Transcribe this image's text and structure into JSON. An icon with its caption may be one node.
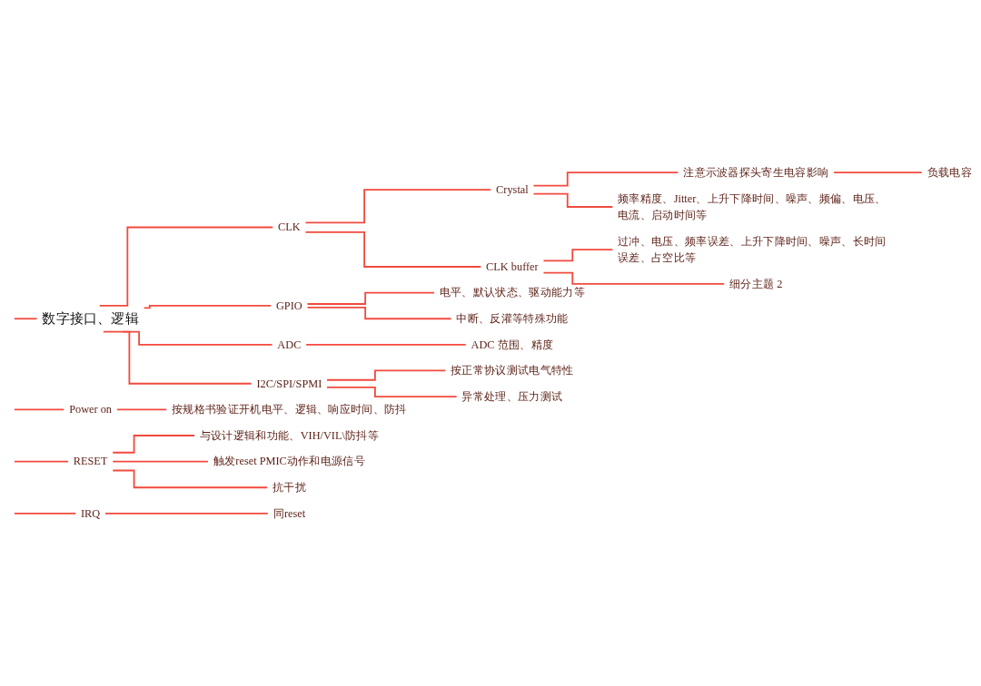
{
  "diagram": {
    "nodes": [
      {
        "text": [
          "数字接口、逻辑"
        ]
      },
      {
        "text": [
          "CLK"
        ]
      },
      {
        "text": [
          "Crystal"
        ]
      },
      {
        "text": [
          "注意示波器探头寄生电容影响"
        ]
      },
      {
        "text": [
          "负载电容"
        ]
      },
      {
        "text": [
          "频率精度、Jitter、上升下降时间、噪声、频偏、电压、电流、启动时间等"
        ]
      },
      {
        "text": [
          "CLK buffer"
        ]
      },
      {
        "text": [
          "过冲、电压、频率误差、上升下降时间、噪声、长时间误差、占空比等"
        ]
      },
      {
        "text": [
          "细分主题 2"
        ]
      },
      {
        "text": [
          "GPIO"
        ]
      },
      {
        "text": [
          "电平、默认状态、驱动能力等"
        ]
      },
      {
        "text": [
          "中断、反灌等特殊功能"
        ]
      },
      {
        "text": [
          "ADC"
        ]
      },
      {
        "text": [
          "ADC 范围、精度"
        ]
      },
      {
        "text": [
          "I2C/SPI/SPMI"
        ]
      },
      {
        "text": [
          "按正常协议测试电气特性"
        ]
      },
      {
        "text": [
          "异常处理、压力测试"
        ]
      },
      {
        "text": [
          "Power on"
        ]
      },
      {
        "text": [
          "按规格书验证开机电平、逻辑、响应时间、防抖"
        ]
      },
      {
        "text": [
          "RESET"
        ]
      },
      {
        "text": [
          "与设计逻辑和功能、VIH/VIL\\防抖等"
        ]
      },
      {
        "text": [
          "触发reset PMIC动作和电源信号"
        ]
      },
      {
        "text": [
          "抗干扰"
        ]
      },
      {
        "text": [
          "IRQ"
        ]
      },
      {
        "text": [
          "同reset"
        ]
      }
    ],
    "edges": [
      {
        "from": null,
        "to": 0,
        "arrow": "none"
      },
      {
        "from": 0,
        "to": 1,
        "arrow": "none"
      },
      {
        "from": 1,
        "to": 2,
        "arrow": "none"
      },
      {
        "from": 2,
        "to": 3,
        "arrow": "none"
      },
      {
        "from": 3,
        "to": 4,
        "arrow": "none"
      },
      {
        "from": 2,
        "to": 5,
        "arrow": "none"
      },
      {
        "from": 1,
        "to": 6,
        "arrow": "none"
      },
      {
        "from": 6,
        "to": 7,
        "arrow": "none"
      },
      {
        "from": 6,
        "to": 8,
        "arrow": "none"
      },
      {
        "from": 0,
        "to": 9,
        "arrow": "none"
      },
      {
        "from": 9,
        "to": 10,
        "arrow": "none"
      },
      {
        "from": 9,
        "to": 11,
        "arrow": "none"
      },
      {
        "from": 0,
        "to": 12,
        "arrow": "none"
      },
      {
        "from": 12,
        "to": 13,
        "arrow": "none"
      },
      {
        "from": 0,
        "to": 14,
        "arrow": "none"
      },
      {
        "from": 14,
        "to": 15,
        "arrow": "none"
      },
      {
        "from": 14,
        "to": 16,
        "arrow": "none"
      },
      {
        "from": null,
        "to": 17,
        "arrow": "none"
      },
      {
        "from": 17,
        "to": 18,
        "arrow": "none"
      },
      {
        "from": null,
        "to": 19,
        "arrow": "none"
      },
      {
        "from": 19,
        "to": 20,
        "arrow": "none"
      },
      {
        "from": 19,
        "to": 21,
        "arrow": "none"
      },
      {
        "from": 19,
        "to": 22,
        "arrow": "none"
      },
      {
        "from": null,
        "to": 23,
        "arrow": "none"
      },
      {
        "from": 23,
        "to": 24,
        "arrow": "none"
      }
    ]
  }
}
